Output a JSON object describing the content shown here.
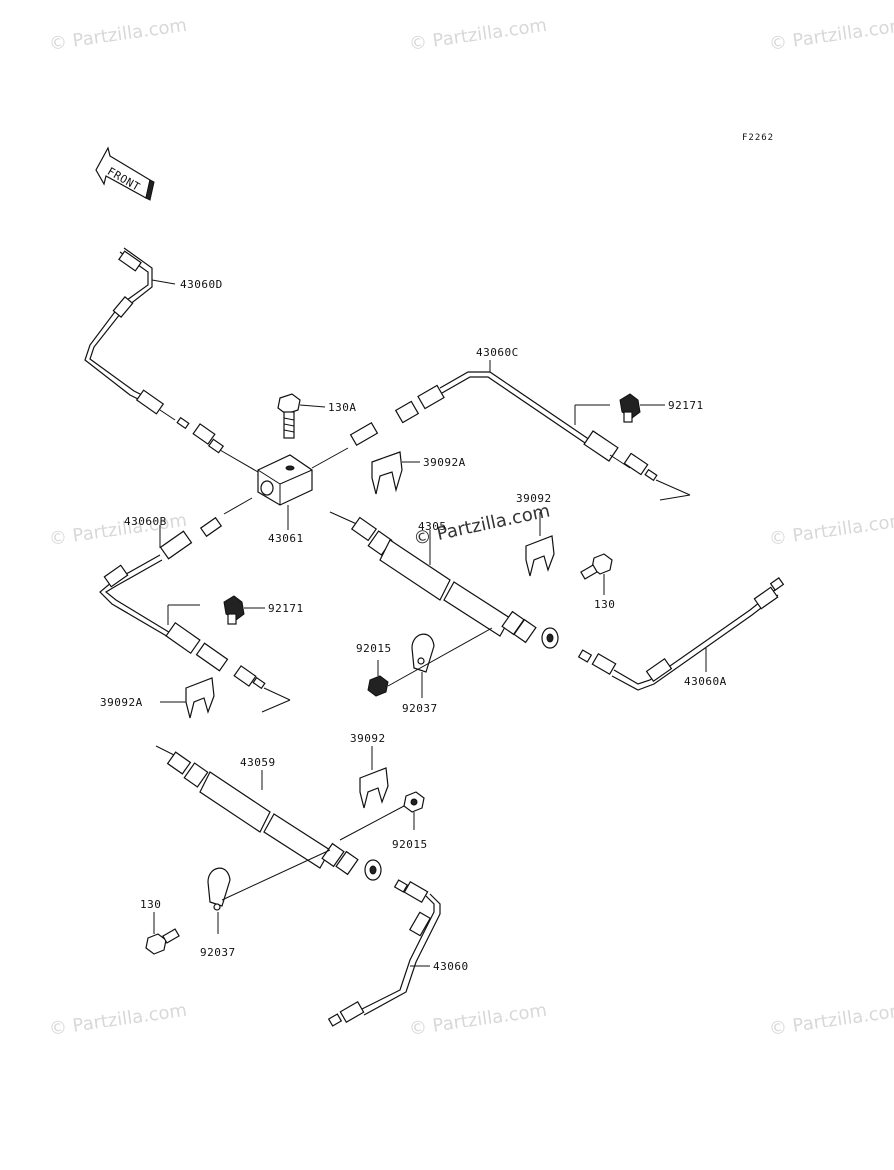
{
  "diagram": {
    "code": "F2262",
    "front_label": "FRONT",
    "watermark": "© Partzilla.com",
    "labels": {
      "p43060D": "43060D",
      "p130A": "130A",
      "p43060C": "43060C",
      "p92171_top": "92171",
      "p39092A_top": "39092A",
      "p39092_mid": "39092",
      "p43061": "43061",
      "p43060B": "43060B",
      "p92171_left": "92171",
      "p130_right": "130",
      "p92015_mid": "92015",
      "p92037_mid": "92037",
      "p43060A": "43060A",
      "p39092A_left": "39092A",
      "p39092_low": "39092",
      "p43059": "43059",
      "p92015_low": "92015",
      "p130_low": "130",
      "p92037_low": "92037",
      "p43060": "43060",
      "p43059_partial": "4305"
    }
  }
}
